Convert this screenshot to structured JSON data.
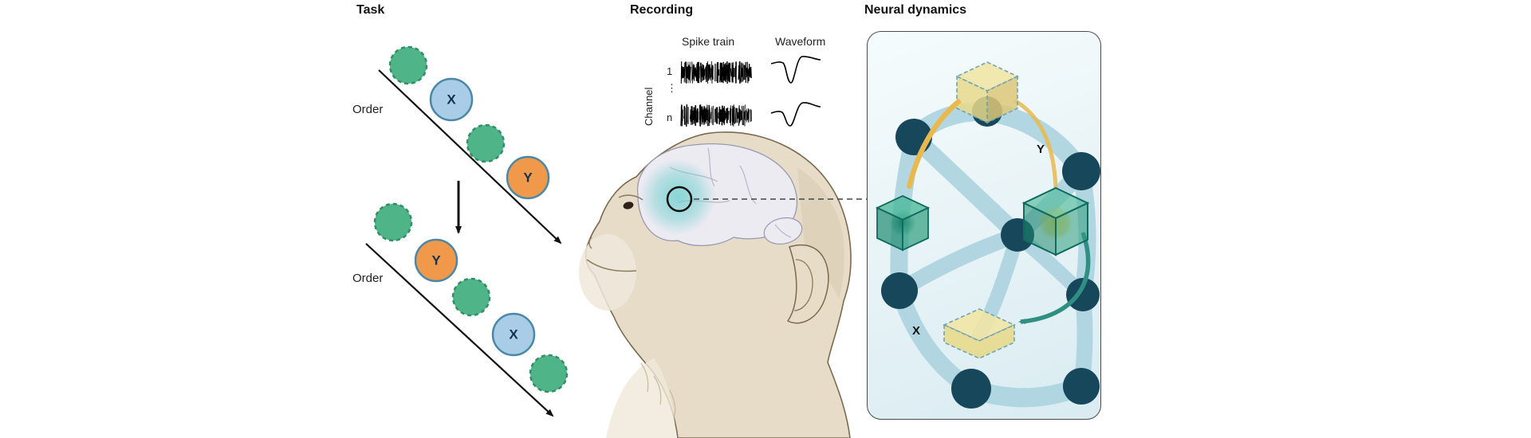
{
  "panels": {
    "task": {
      "title": "Task",
      "order_label_top": "Order",
      "order_label_bottom": "Order",
      "item_x_label": "X",
      "item_y_label": "Y"
    },
    "recording": {
      "title": "Recording",
      "spike_train_label": "Spike train",
      "waveform_label": "Waveform",
      "channel_axis_label": "Channel",
      "channel_first": "1",
      "channel_ellipsis": "⋮",
      "channel_last": "n"
    },
    "neural_dynamics": {
      "title": "Neural dynamics",
      "state_x_label": "X",
      "state_y_label": "Y"
    }
  },
  "colors": {
    "green_circle": "#4fb588",
    "green_circle_border": "#2f9066",
    "blue_circle": "#a9cde6",
    "blue_circle_border": "#4a88aa",
    "orange_circle": "#f0994a",
    "arrow_black": "#111111",
    "monkey_skin": "#e6dcc8",
    "monkey_outline": "#7a6a4f",
    "brain_fill": "#edebf2",
    "brain_outline": "#9898b0",
    "highlight_teal": "#6fcfcf",
    "panel_background": "#e9f4f7",
    "panel_border": "#4a4a4a",
    "node_dark_teal": "#16475a",
    "band_light_blue": "#a9d2de",
    "cube_yellow": "#e7d98a",
    "cube_yellow_edge": "#6fa3b5",
    "cube_green": "#2f9e7e",
    "cube_green_edge": "#0e6b5e",
    "arrow_yellow": "#e9b94d",
    "arrow_teal": "#2f8f82",
    "spike_black": "#000000"
  }
}
